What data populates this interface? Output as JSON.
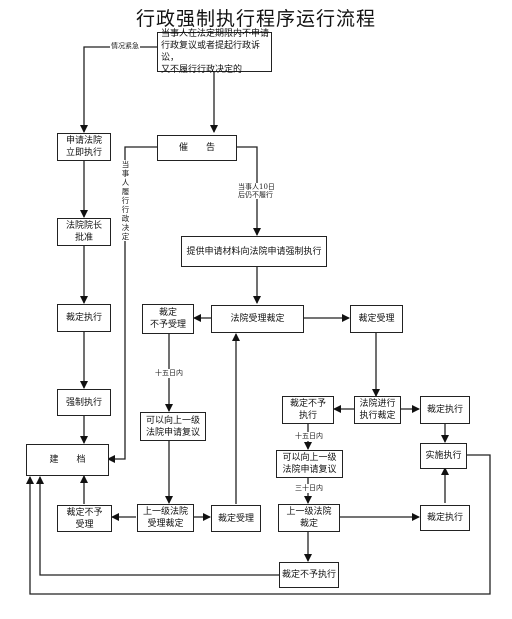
{
  "title": "行政强制执行程序运行流程",
  "boxes": {
    "start": "当事人在法定期限内不申请\n行政复议或者提起行政诉讼，\n又不履行行政决定的",
    "apply_immediate": "申请法院\n立即执行",
    "remind": "催　　告",
    "president_approve": "法院院长\n批准",
    "submit": "提供申请材料向法院申请强制执行",
    "ruling_left": "裁定执行",
    "no_accept": "裁定\n不予受理",
    "court_review": "法院受理裁定",
    "accept_right": "裁定受理",
    "enforce": "强制执行",
    "reconsider_1": "可以向上一级\n法院申请复议",
    "no_exec_ruling": "裁定不予\n执行",
    "court_exec": "法院进行\n执行裁定",
    "exec_ruling_r": "裁定执行",
    "archive": "建　　档",
    "implement": "实施执行",
    "reconsider_2": "可以向上一级\n法院申请复议",
    "bottom_no_accept": "裁定不予\n受理",
    "upper_accept": "上一级法院\n受理裁定",
    "accept_bottom": "裁定受理",
    "upper_ruling": "上一级法院\n裁定",
    "exec_bottom": "裁定执行",
    "no_exec_final": "裁定不予执行"
  },
  "labels": {
    "urgent": "情况紧急",
    "ten_days": "当事人10日\n后仍不履行",
    "fulfilled": "当事人履行行政决定",
    "fifteen_a": "十五日内",
    "fifteen_b": "十五日内",
    "thirty": "三十日内"
  }
}
